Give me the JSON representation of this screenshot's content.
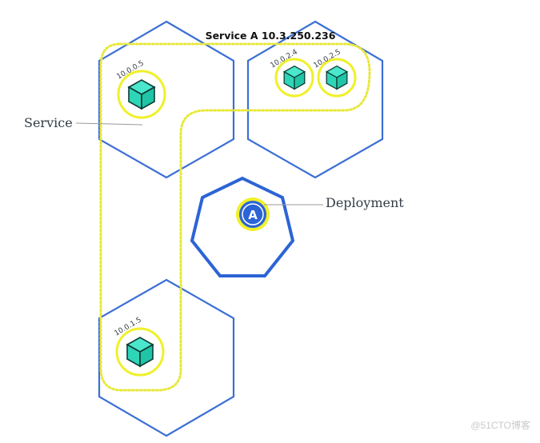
{
  "service_title": "Service A 10.3.250.236",
  "labels": {
    "service": "Service",
    "deployment": "Deployment",
    "deployment_badge": "A"
  },
  "pods": [
    {
      "ip": "10.0.0.5"
    },
    {
      "ip": "10.0.2.4"
    },
    {
      "ip": "10.0.2.5"
    },
    {
      "ip": "10.0.1.5"
    }
  ],
  "watermark": "@51CTO博客",
  "colors": {
    "node_outline": "#3b6fd6",
    "deployment_outline": "#2c64d6",
    "service_dotted": "#e8e83a",
    "pod_ring": "#f0f02a",
    "pod_cube": "#2ed6b8",
    "cube_edge": "#0e3a33",
    "label_text": "#333b44",
    "leader_line": "#9a9a9a"
  }
}
